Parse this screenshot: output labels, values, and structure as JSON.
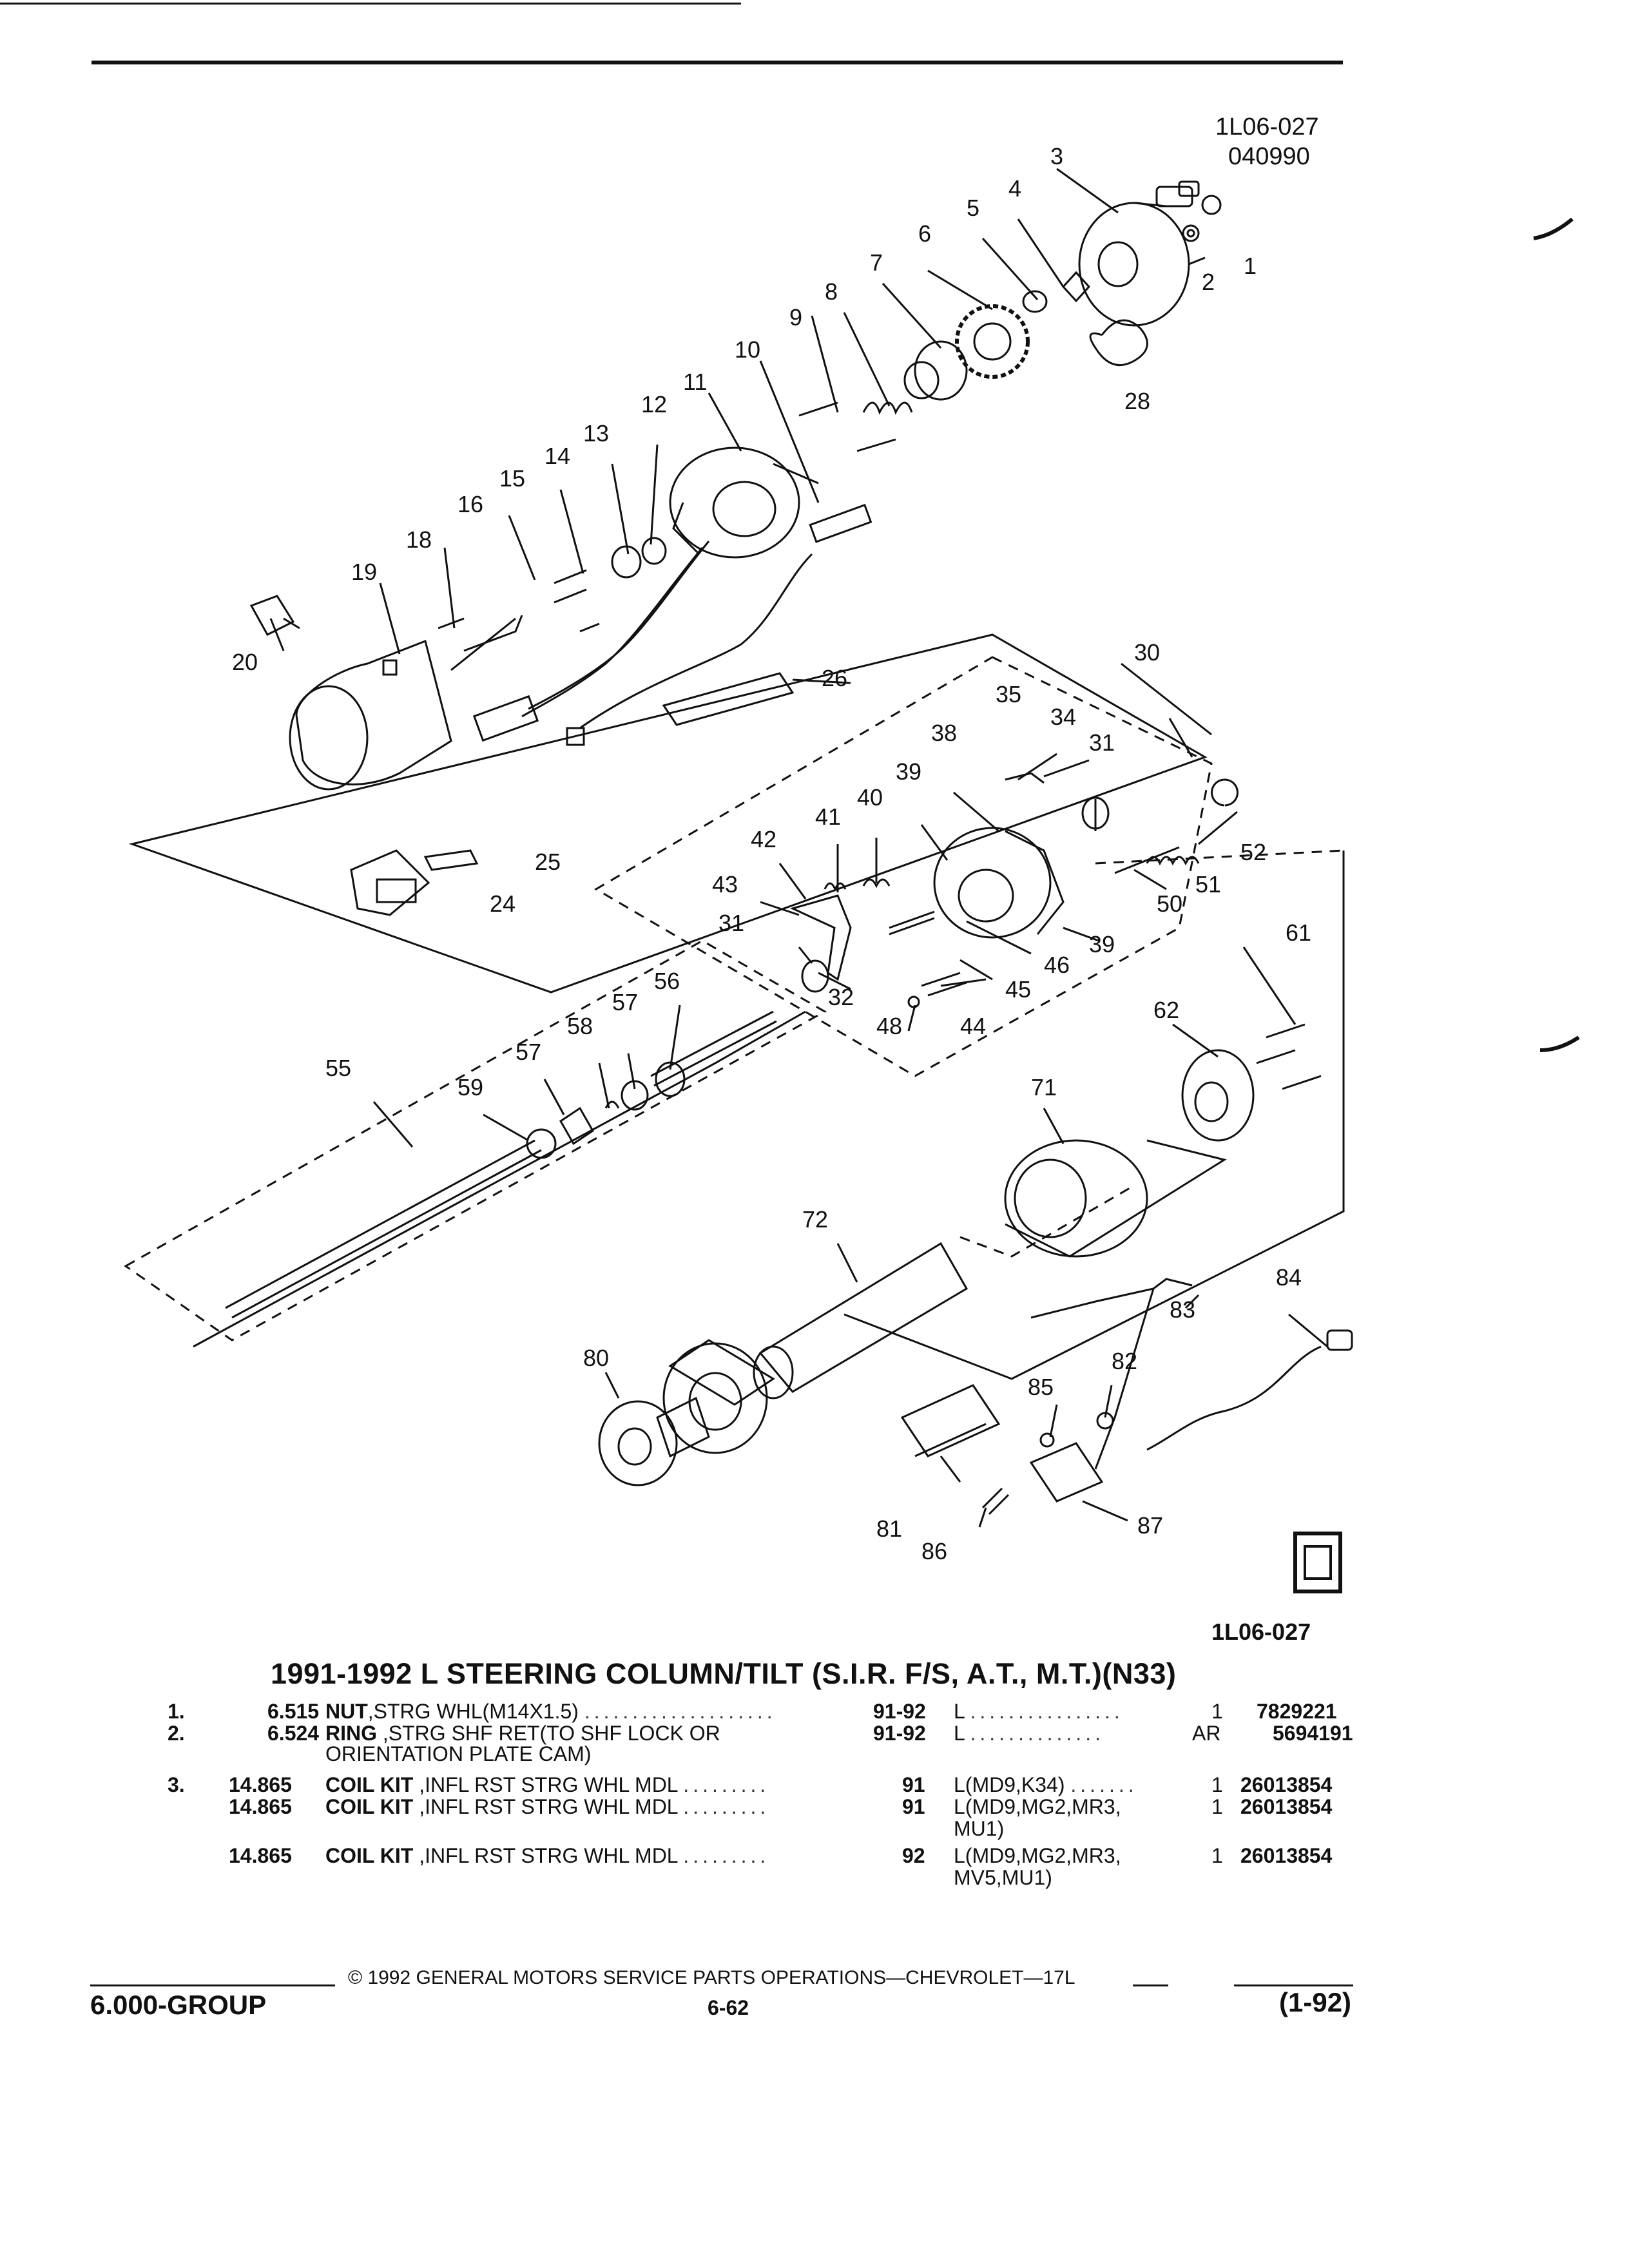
{
  "header": {
    "drawing_id": "1L06-027",
    "drawing_date": "040990"
  },
  "diagram": {
    "callouts": [
      "1",
      "2",
      "3",
      "4",
      "5",
      "6",
      "7",
      "8",
      "9",
      "10",
      "11",
      "12",
      "13",
      "14",
      "15",
      "16",
      "18",
      "19",
      "20",
      "24",
      "25",
      "26",
      "28",
      "30",
      "31",
      "31",
      "32",
      "34",
      "35",
      "38",
      "39",
      "39",
      "40",
      "41",
      "42",
      "43",
      "44",
      "45",
      "46",
      "48",
      "50",
      "51",
      "52",
      "55",
      "56",
      "57",
      "57",
      "58",
      "59",
      "61",
      "62",
      "71",
      "72",
      "80",
      "81",
      "82",
      "83",
      "84",
      "85",
      "86",
      "87"
    ],
    "footer_id": "1L06-027"
  },
  "section_title": "1991-1992 L STEERING COLUMN/TILT (S.I.R. F/S, A.T., M.T.)(N33)",
  "parts": [
    {
      "index": "1.",
      "group": "6.515",
      "name": "NUT",
      "desc": ",STRG WHL(M14X1.5)",
      "desc2": "",
      "year": "91-92",
      "model": "L",
      "model2": "",
      "qty": "1",
      "part": "7829221"
    },
    {
      "index": "2.",
      "group": "6.524",
      "name": "RING",
      "desc": ",STRG SHF RET(TO SHF LOCK OR",
      "desc2": "ORIENTATION PLATE CAM)",
      "year": "91-92",
      "model": "L",
      "model2": "",
      "qty": "AR",
      "part": "5694191"
    },
    {
      "index": "3.",
      "group": "14.865",
      "name": "COIL KIT",
      "desc": ",INFL RST STRG WHL MDL",
      "desc2": "",
      "year": "91",
      "model": "L(MD9,K34)",
      "model2": "",
      "qty": "1",
      "part": "26013854"
    },
    {
      "index": "",
      "group": "14.865",
      "name": "COIL KIT",
      "desc": ",INFL RST STRG WHL MDL",
      "desc2": "",
      "year": "91",
      "model": "L(MD9,MG2,MR3,",
      "model2": "MU1)",
      "qty": "1",
      "part": "26013854"
    },
    {
      "index": "",
      "group": "14.865",
      "name": "COIL KIT",
      "desc": ",INFL RST STRG WHL MDL",
      "desc2": "",
      "year": "92",
      "model": "L(MD9,MG2,MR3,",
      "model2": "MV5,MU1)",
      "qty": "1",
      "part": "26013854"
    }
  ],
  "footer": {
    "copyright": "© 1992 GENERAL MOTORS SERVICE PARTS OPERATIONS—CHEVROLET—17L",
    "group": "6.000-GROUP",
    "page": "6-62",
    "date": "(1-92)"
  }
}
